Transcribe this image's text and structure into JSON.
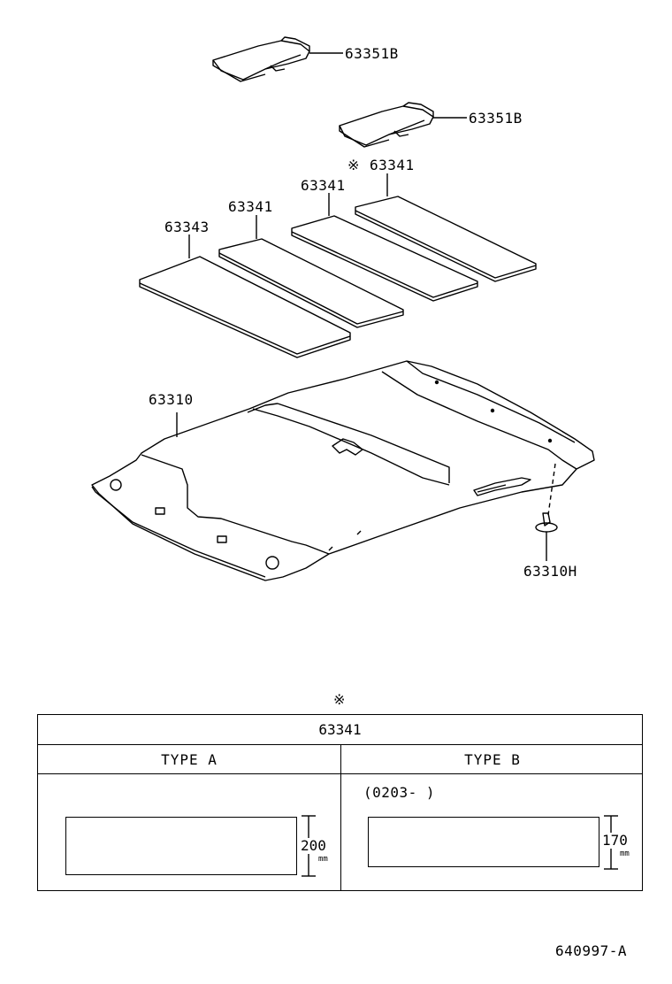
{
  "labels": {
    "p63351b_top": "63351B",
    "p63351b_mid": "63351B",
    "p63341_star_marker": "※",
    "p63341_star": "63341",
    "p63341_a": "63341",
    "p63341_b": "63341",
    "p63343": "63343",
    "p63310": "63310",
    "p63310h": "63310H"
  },
  "table": {
    "note_marker": "※",
    "title": "63341",
    "type_a": {
      "header": "TYPE A",
      "dimension": "200",
      "unit": "mm"
    },
    "type_b": {
      "header": "TYPE B",
      "date_range": "(0203-      )",
      "dimension": "170",
      "unit": "mm"
    }
  },
  "footer": {
    "drawing_code": "640997-A"
  }
}
